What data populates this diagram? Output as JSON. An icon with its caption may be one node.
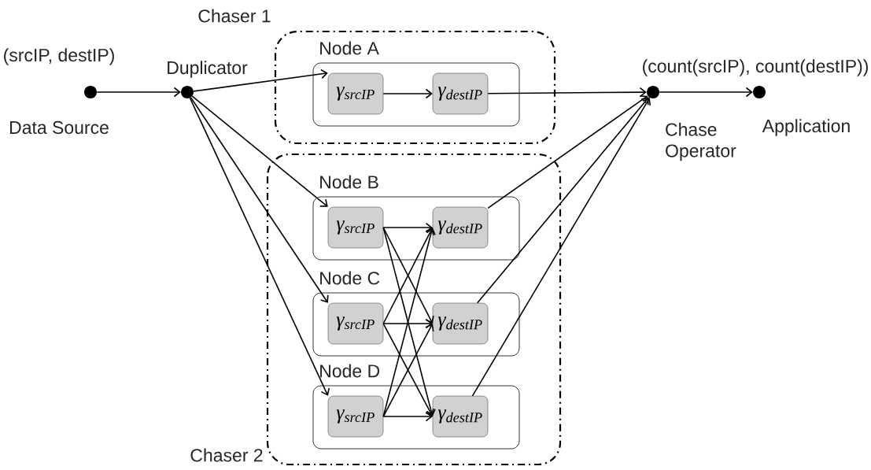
{
  "diagram": {
    "nodes": [
      {
        "text": [],
        "shape": "circle",
        "beside": [
          "(srcIP, destIP)",
          "Data Source"
        ]
      },
      {
        "text": [],
        "shape": "circle",
        "beside": [
          "Duplicator"
        ]
      },
      {
        "text": [
          "Chaser 1"
        ]
      },
      {
        "text": [
          "Node A"
        ],
        "in": 2
      },
      {
        "text": [
          "γ$_{srcIP}$"
        ],
        "in": 3
      },
      {
        "text": [
          "γ$_{destIP}$"
        ],
        "in": 3
      },
      {
        "text": [
          "Chaser 2"
        ]
      },
      {
        "text": [
          "Node B"
        ],
        "in": 6
      },
      {
        "text": [
          "γ$_{srcIP}$"
        ],
        "in": 7
      },
      {
        "text": [
          "γ$_{destIP}$"
        ],
        "in": 7
      },
      {
        "text": [
          "Node C"
        ],
        "in": 6
      },
      {
        "text": [
          "γ$_{srcIP}$"
        ],
        "in": 10
      },
      {
        "text": [
          "γ$_{destIP}$"
        ],
        "in": 10
      },
      {
        "text": [
          "Node D"
        ],
        "in": 6
      },
      {
        "text": [
          "γ$_{srcIP}$"
        ],
        "in": 13
      },
      {
        "text": [
          "γ$_{destIP}$"
        ],
        "in": 13
      },
      {
        "text": [],
        "shape": "circle",
        "beside": [
          "(count(srcIP), count(destIP))",
          "Chase Operator"
        ]
      },
      {
        "text": [],
        "shape": "circle",
        "beside": [
          "Application"
        ]
      }
    ],
    "edges": [
      {
        "from": 0,
        "to": 1,
        "arrow": "to"
      },
      {
        "from": 1,
        "to": 4,
        "arrow": "to"
      },
      {
        "from": 4,
        "to": 5,
        "arrow": "to"
      },
      {
        "from": 5,
        "to": 16,
        "arrow": "to"
      },
      {
        "from": 1,
        "to": 8,
        "arrow": "to"
      },
      {
        "from": 1,
        "to": 11,
        "arrow": "to"
      },
      {
        "from": 1,
        "to": 14,
        "arrow": "to"
      },
      {
        "from": 8,
        "to": 9,
        "arrow": "to"
      },
      {
        "from": 8,
        "to": 12,
        "arrow": "to"
      },
      {
        "from": 8,
        "to": 15,
        "arrow": "to"
      },
      {
        "from": 11,
        "to": 9,
        "arrow": "to"
      },
      {
        "from": 11,
        "to": 12,
        "arrow": "to"
      },
      {
        "from": 11,
        "to": 15,
        "arrow": "to"
      },
      {
        "from": 14,
        "to": 9,
        "arrow": "to"
      },
      {
        "from": 14,
        "to": 12,
        "arrow": "to"
      },
      {
        "from": 14,
        "to": 15,
        "arrow": "to"
      },
      {
        "from": 9,
        "to": 16,
        "arrow": "to"
      },
      {
        "from": 12,
        "to": 16,
        "arrow": "to"
      },
      {
        "from": 15,
        "to": 16,
        "arrow": "to"
      },
      {
        "from": 16,
        "to": 17,
        "arrow": "to"
      }
    ]
  }
}
